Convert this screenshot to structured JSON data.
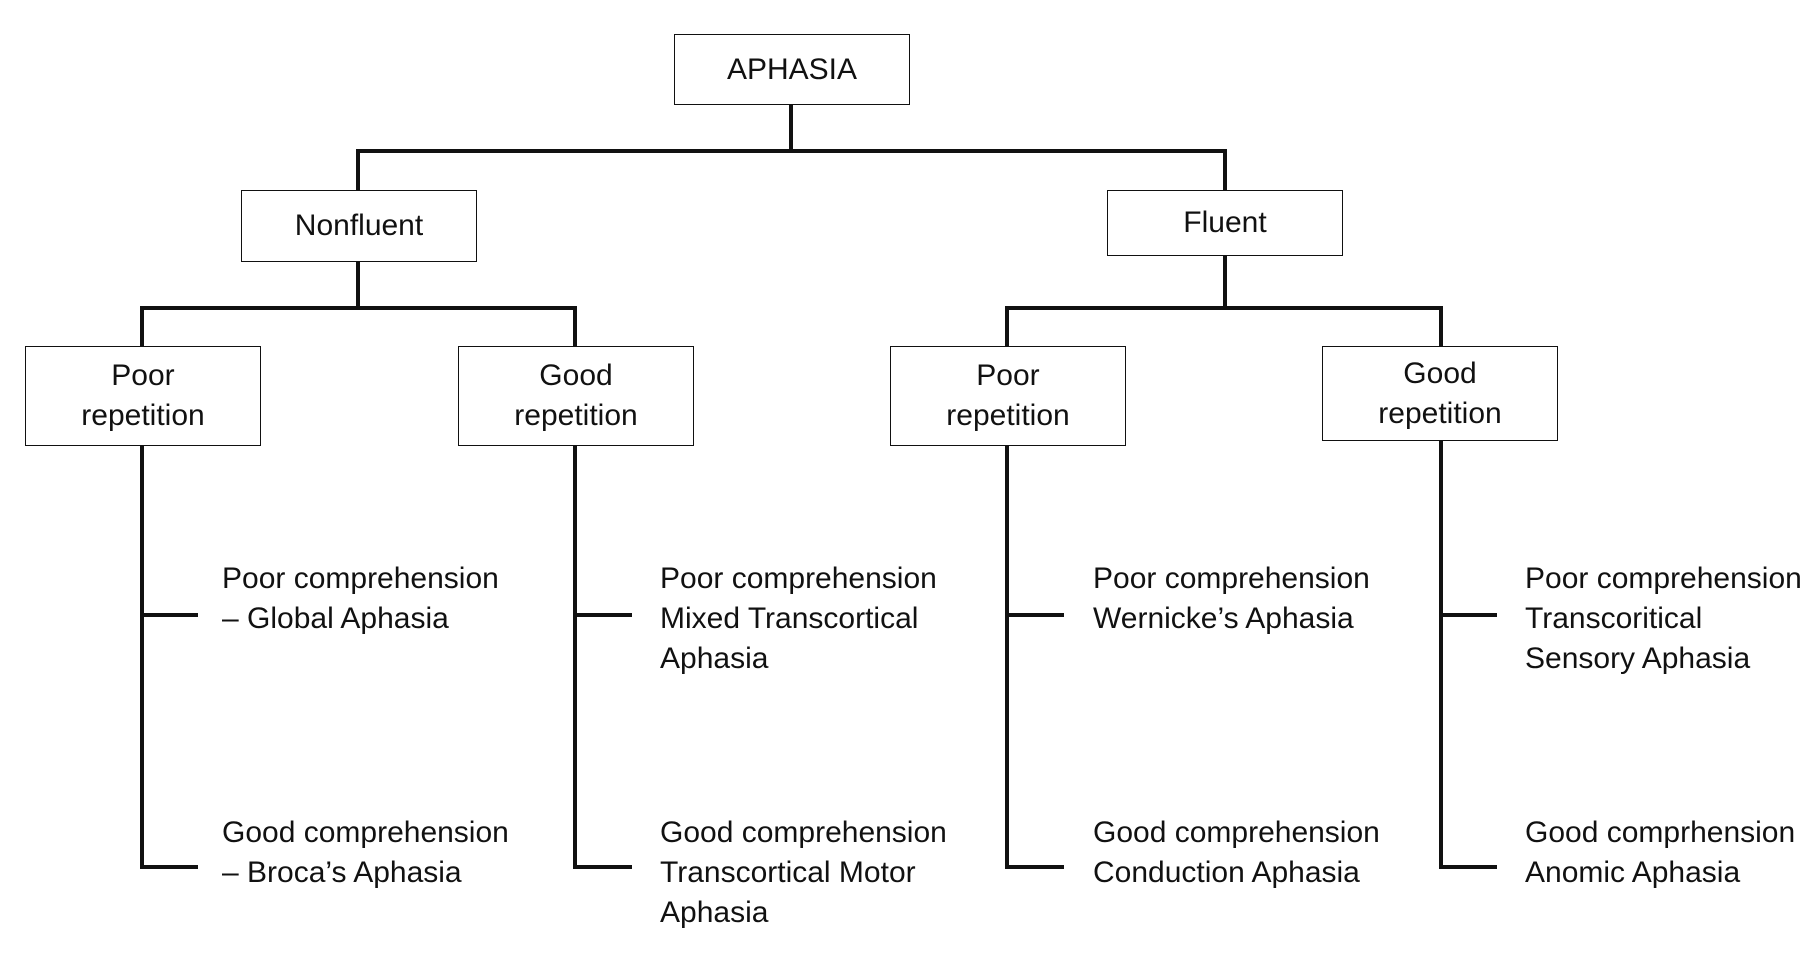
{
  "diagram": {
    "root": {
      "label": "APHASIA"
    },
    "nonfluent": {
      "label": "Nonfluent",
      "poor_repetition": {
        "label": "Poor\nrepetition",
        "poor_comprehension": "Poor comprehension\n– Global Aphasia",
        "good_comprehension": "Good comprehension\n– Broca’s Aphasia"
      },
      "good_repetition": {
        "label": "Good\nrepetition",
        "poor_comprehension": "Poor comprehension\nMixed Transcortical\nAphasia",
        "good_comprehension": "Good comprehension\nTranscortical Motor\nAphasia"
      }
    },
    "fluent": {
      "label": "Fluent",
      "poor_repetition": {
        "label": "Poor\nrepetition",
        "poor_comprehension": "Poor comprehension\nWernicke’s Aphasia",
        "good_comprehension": "Good comprehension\nConduction Aphasia"
      },
      "good_repetition": {
        "label": "Good\nrepetition",
        "poor_comprehension": "Poor comprehension\nTranscoritical\nSensory Aphasia",
        "good_comprehension": "Good comprhension\nAnomic Aphasia"
      }
    }
  },
  "colors": {
    "line": "#111111",
    "box_border": "#111111",
    "background": "#ffffff",
    "text": "#111111"
  }
}
